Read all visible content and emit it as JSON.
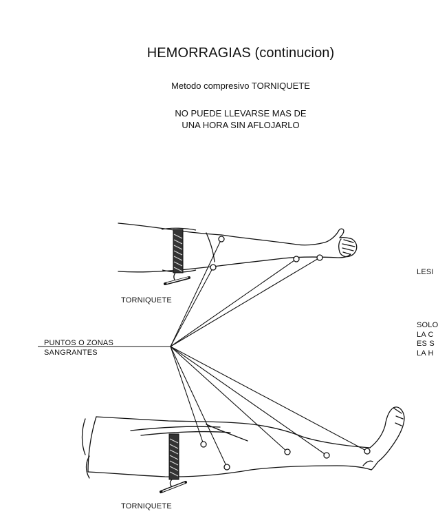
{
  "title": "HEMORRAGIAS (continucion)",
  "subtitle": "Metodo compresivo TORNIQUETE",
  "warning": {
    "line1": "NO PUEDE LLEVARSE MAS DE",
    "line2": "UNA HORA SIN AFLOJARLO"
  },
  "labels": {
    "torniquete_top": "TORNIQUETE",
    "torniquete_bottom": "TORNIQUETE",
    "puntos_line1": "PUNTOS O ZONAS",
    "puntos_line2": "SANGRANTES",
    "lesion": "LESI",
    "solo_lines": [
      "SOLO",
      "LA C",
      "ES S",
      "LA H"
    ]
  }
}
